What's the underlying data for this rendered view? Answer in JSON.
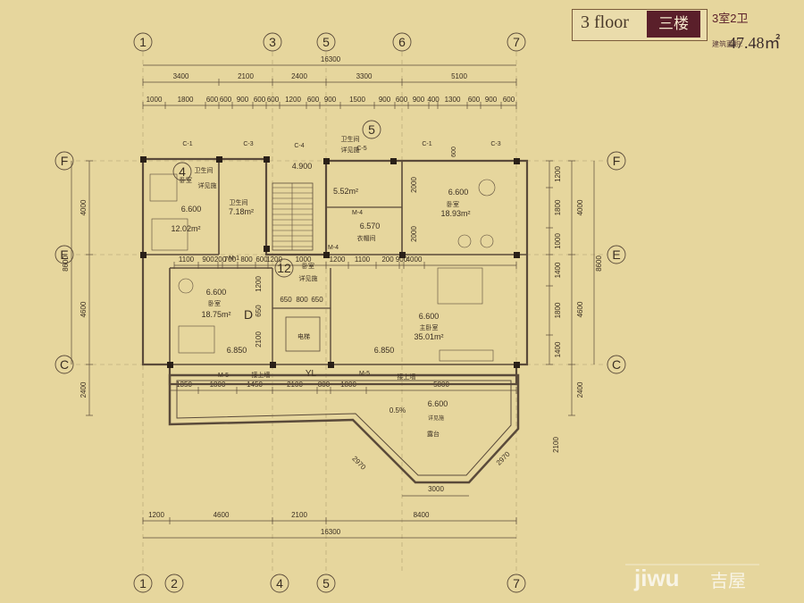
{
  "header": {
    "floor_en": "3 floor",
    "floor_cn": "三楼",
    "rooms": "3室2卫",
    "area_label": "建筑面积:",
    "area": "47.48㎡"
  },
  "watermark": {
    "brand": "jiwu",
    "cn": "吉屋"
  },
  "axes": {
    "top": [
      "1",
      "3",
      "5",
      "6",
      "7"
    ],
    "bottom": [
      "1",
      "2",
      "4",
      "5",
      "7"
    ],
    "left": [
      "F",
      "E",
      "C"
    ],
    "right": [
      "F",
      "E",
      "C"
    ]
  },
  "dims": {
    "total": "16300",
    "top_row1": [
      "3400",
      "2100",
      "2400",
      "3300",
      "5100"
    ],
    "top_row2": [
      "1000",
      "1800",
      "600",
      "600",
      "900",
      "600",
      "600",
      "1200",
      "600",
      "900",
      "1500",
      "900",
      "600",
      "900",
      "400",
      "1300",
      "600",
      "900",
      "600"
    ],
    "bottom_row": [
      "1200",
      "4600",
      "2100",
      "8400"
    ],
    "left_outer": "8600",
    "left_inner": [
      "4000",
      "4600",
      "2400"
    ],
    "right_outer": "8600",
    "right_inner": [
      "4000",
      "4600",
      "2400"
    ],
    "right_detail": [
      "1200",
      "1800",
      "1000",
      "1400",
      "1800",
      "1400"
    ],
    "mid_row": [
      "1100",
      "900",
      "200",
      "700",
      "800",
      "600",
      "1200",
      "1000",
      "1200",
      "1100",
      "200",
      "900",
      "4000"
    ],
    "lower_row": [
      "1350",
      "1800",
      "1450",
      "2100",
      "800",
      "1800",
      "5800"
    ],
    "misc": [
      "2000",
      "2000",
      "1200",
      "650",
      "800",
      "650",
      "650",
      "2100",
      "2970",
      "2970",
      "3000",
      "2100",
      "600"
    ]
  },
  "rooms": {
    "bedroom_nw": {
      "level": "6.600",
      "area": "12.02m²",
      "num": "4",
      "t1": "卫生间",
      "t2": "卧室",
      "t3": "详见施"
    },
    "bath_7": {
      "name": "卫生间",
      "area": "7.18m²"
    },
    "stairs": {
      "level": "4.900"
    },
    "bath_5": {
      "num": "5",
      "t1": "卫生间",
      "t2": "详见施",
      "area": "5.52m²"
    },
    "closet": {
      "level": "6.570",
      "label": "衣帽间"
    },
    "bedroom_ne": {
      "level": "6.600",
      "area": "18.93m²",
      "name": "卧室"
    },
    "bedroom_w": {
      "level": "6.600",
      "area": "18.75m²",
      "name": "卧室"
    },
    "master": {
      "level": "6.600",
      "area": "35.01m²",
      "name": "主卧室"
    },
    "detail12": {
      "num": "12",
      "t1": "卧室",
      "t2": "详见施"
    },
    "d_mark": "D",
    "lift": "电梯",
    "balcony": {
      "level": "6.600",
      "slope": "0.5%",
      "label": "露台",
      "drain": "详见施"
    },
    "levels_low": [
      "6.850",
      "6.850"
    ],
    "yl": "YL",
    "doors": [
      "M-5",
      "M-5",
      "M-4",
      "M-4",
      "M-1"
    ],
    "windows": [
      "C-1",
      "C-3",
      "C-4",
      "C-5",
      "C-1",
      "C-3"
    ],
    "notes": [
      "接上墙",
      "接上墙"
    ]
  }
}
